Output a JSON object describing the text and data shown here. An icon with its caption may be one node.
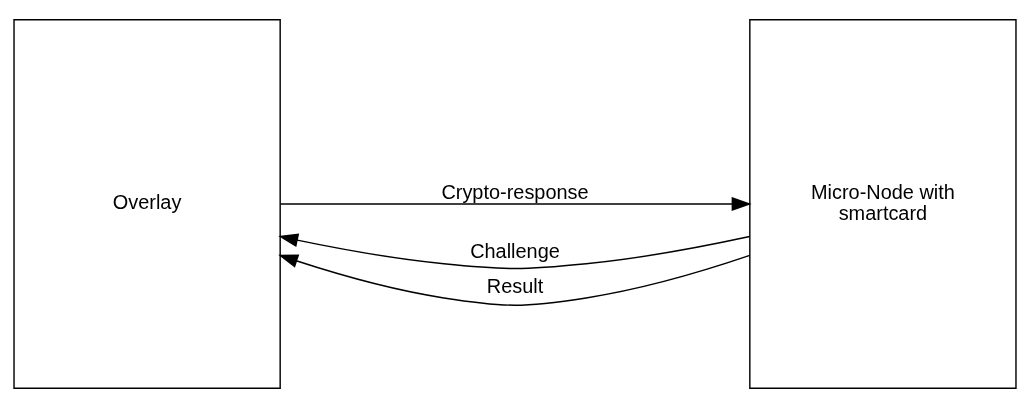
{
  "diagram": {
    "nodes": [
      {
        "text": [
          "Overlay"
        ]
      },
      {
        "text": [
          "Micro-Node with smartcard"
        ]
      }
    ],
    "edges": [
      {
        "from": 1,
        "to": 0,
        "arrow": "to",
        "label": "Challenge"
      },
      {
        "from": 0,
        "to": 1,
        "arrow": "to",
        "label": "Crypto-response"
      },
      {
        "from": 1,
        "to": 0,
        "arrow": "to",
        "label": "Result"
      }
    ]
  }
}
